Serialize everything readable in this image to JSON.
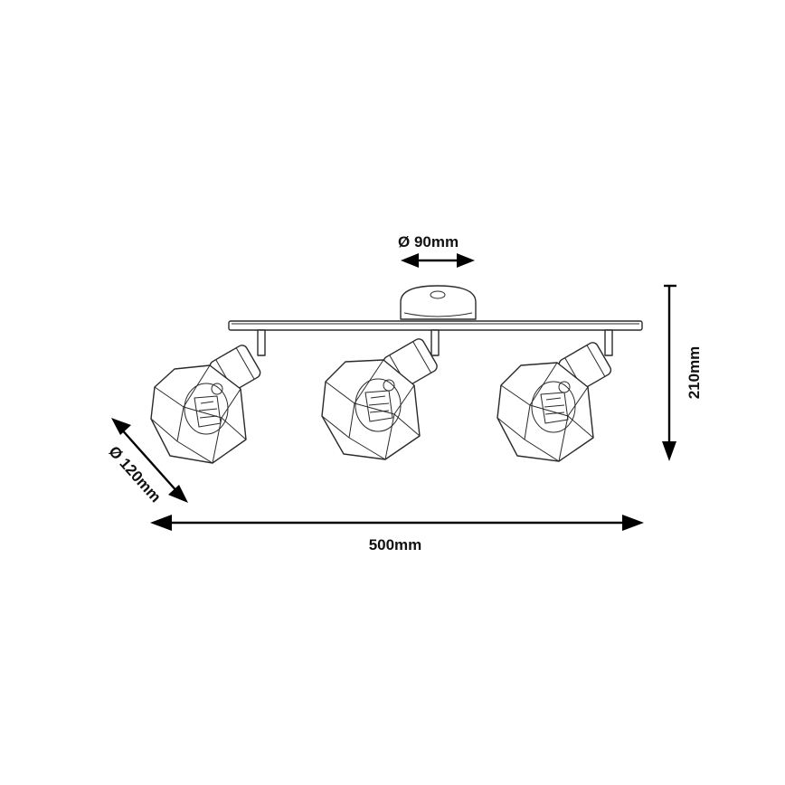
{
  "dimensions": {
    "base_diameter": "Ø 90mm",
    "shade_diameter": "Ø 120mm",
    "total_width": "500mm",
    "total_height": "210mm"
  },
  "product": {
    "spot_count": 3
  },
  "colors": {
    "line": "#2a2a2a",
    "arrow": "#000000",
    "background": "#ffffff"
  }
}
